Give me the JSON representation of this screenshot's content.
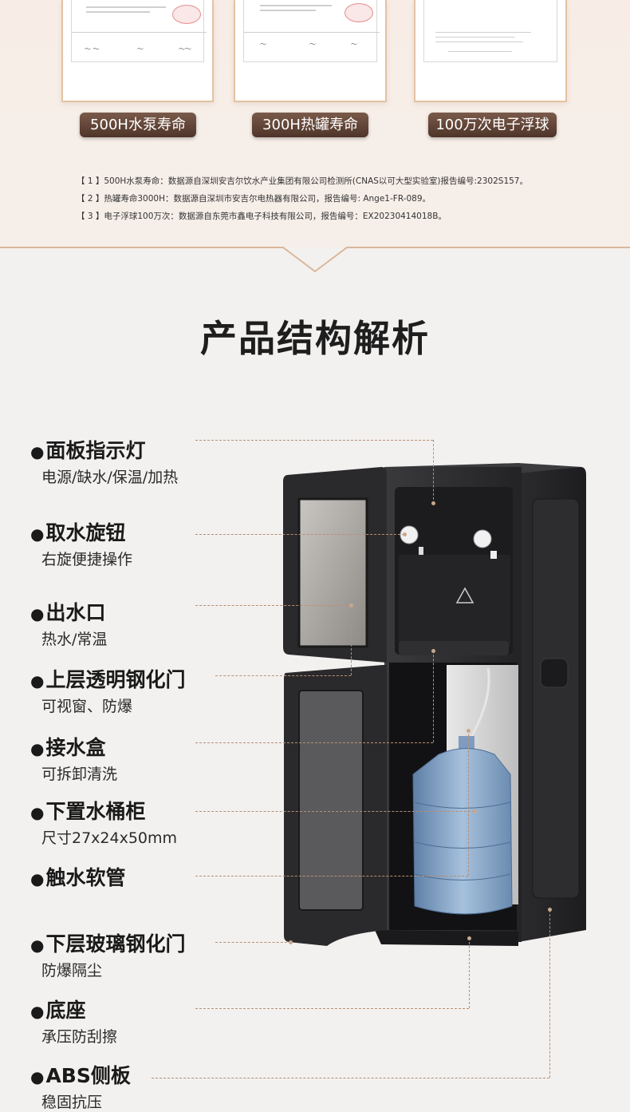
{
  "badges": {
    "b1": "500H水泵寿命",
    "b2": "300H热罐寿命",
    "b3": "100万次电子浮球"
  },
  "notes": [
    "【 1 】500H水泵寿命：数据源自深圳安吉尔饮水产业集团有限公司检测所(CNAS以可大型实验室)报告编号:2302S157。",
    "【 2 】热罐寿命3000H：数据源自深圳市安吉尔电热器有限公司，报告编号: Ange1-FR-089。",
    "【 3 】电子浮球100万次：数据源自东莞市鑫电子科技有限公司，报告编号：EX20230414018B。"
  ],
  "section_title": "产品结构解析",
  "parts": [
    {
      "title": "面板指示灯",
      "sub": "电源/缺水/保温/加热"
    },
    {
      "title": "取水旋钮",
      "sub": "右旋便捷操作"
    },
    {
      "title": "出水口",
      "sub": "热水/常温"
    },
    {
      "title": "上层透明钢化门",
      "sub": "可视窗、防爆"
    },
    {
      "title": "接水盒",
      "sub": "可拆卸清洗"
    },
    {
      "title": "下置水桶柜",
      "sub": "尺寸27x24x50mm"
    },
    {
      "title": "触水软管",
      "sub": ""
    },
    {
      "title": "下层玻璃钢化门",
      "sub": "防爆隔尘"
    },
    {
      "title": "底座",
      "sub": "承压防刮擦"
    },
    {
      "title": "ABS侧板",
      "sub": "稳固抗压"
    }
  ],
  "colors": {
    "accent": "#b88f72",
    "badge": "#5a3e31",
    "cabinet": "#2a2a2c"
  }
}
